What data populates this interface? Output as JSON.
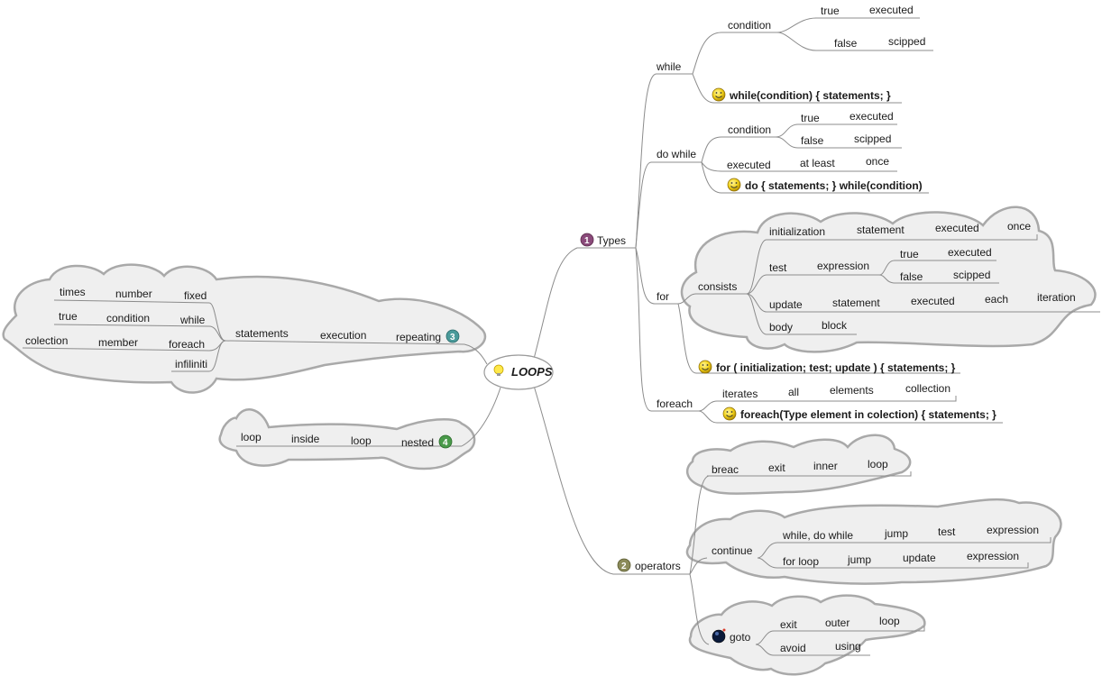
{
  "root": {
    "label": "LOOPS",
    "icon": "lightbulb-icon"
  },
  "types": {
    "label": "Types",
    "badge": "1",
    "badge_color": "#8a4a7a",
    "while": {
      "label": "while",
      "condition": "condition",
      "true": "true",
      "true_result": "executed",
      "false": "false",
      "false_result": "scipped",
      "syntax": "while(condition) { statements; }"
    },
    "do_while": {
      "label": "do while",
      "condition": "condition",
      "true": "true",
      "true_result": "executed",
      "false": "false",
      "false_result": "scipped",
      "executed": "executed",
      "at_least": "at least",
      "once": "once",
      "syntax": "do { statements; } while(condition)"
    },
    "for": {
      "label": "for",
      "consists": "consists",
      "init": "initialization",
      "init_statement": "statement",
      "init_executed": "executed",
      "init_once": "once",
      "test": "test",
      "test_expression": "expression",
      "test_true": "true",
      "test_true_result": "executed",
      "test_false": "false",
      "test_false_result": "scipped",
      "update": "update",
      "update_statement": "statement",
      "update_executed": "executed",
      "update_each": "each",
      "update_iteration": "iteration",
      "body": "body",
      "body_block": "block",
      "syntax": "for ( initialization; test; update ) { statements; }"
    },
    "foreach": {
      "label": "foreach",
      "iterates": "iterates",
      "all": "all",
      "elements": "elements",
      "collection": "collection",
      "syntax": "foreach(Type element in colection) { statements; }"
    }
  },
  "operators": {
    "label": "operators",
    "badge": "2",
    "badge_color": "#8b8b5a",
    "breac": {
      "label": "breac",
      "exit": "exit",
      "inner": "inner",
      "loop": "loop"
    },
    "continue": {
      "label": "continue",
      "while_label": "while, do while",
      "while_jump": "jump",
      "while_test": "test",
      "while_expression": "expression",
      "for_label": "for loop",
      "for_jump": "jump",
      "for_update": "update",
      "for_expression": "expression"
    },
    "goto": {
      "label": "goto",
      "exit": "exit",
      "outer": "outer",
      "loop": "loop",
      "avoid": "avoid",
      "using": "using",
      "icon": "bomb-icon"
    }
  },
  "repeating": {
    "label": "repeating",
    "badge": "3",
    "badge_color": "#4a9a9a",
    "execution": "execution",
    "statements": "statements",
    "fixed": "fixed",
    "number": "number",
    "times": "times",
    "while": "while",
    "condition": "condition",
    "true": "true",
    "foreach": "foreach",
    "member": "member",
    "colection": "colection",
    "infiniti": "infiliniti"
  },
  "nested": {
    "label": "nested",
    "badge": "4",
    "badge_color": "#4a9a4a",
    "loop1": "loop",
    "inside": "inside",
    "loop2": "loop"
  }
}
